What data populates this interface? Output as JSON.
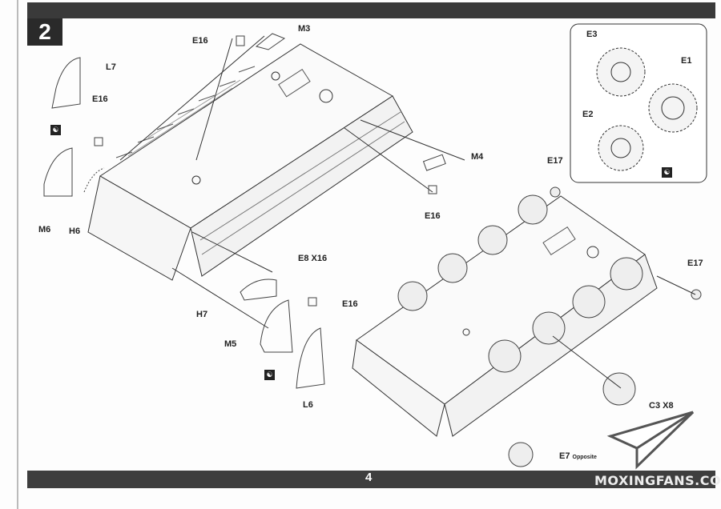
{
  "step_number": "2",
  "page_number": "4",
  "brand": "MOXINGFANS.COM",
  "labels": {
    "e16_top": "E16",
    "m3": "M3",
    "l7": "L7",
    "e16_left": "E16",
    "m4": "M4",
    "e16_mid": "E16",
    "m6": "M6",
    "h6": "H6",
    "e8": "E8 X16",
    "e16_low": "E16",
    "h7": "H7",
    "m5": "M5",
    "l6": "L6",
    "e3": "E3",
    "e1": "E1",
    "e2": "E2",
    "e17_a": "E17",
    "e17_b": "E17",
    "c3": "C3 X8",
    "e7": "E7",
    "e7_note": "Opposite"
  }
}
